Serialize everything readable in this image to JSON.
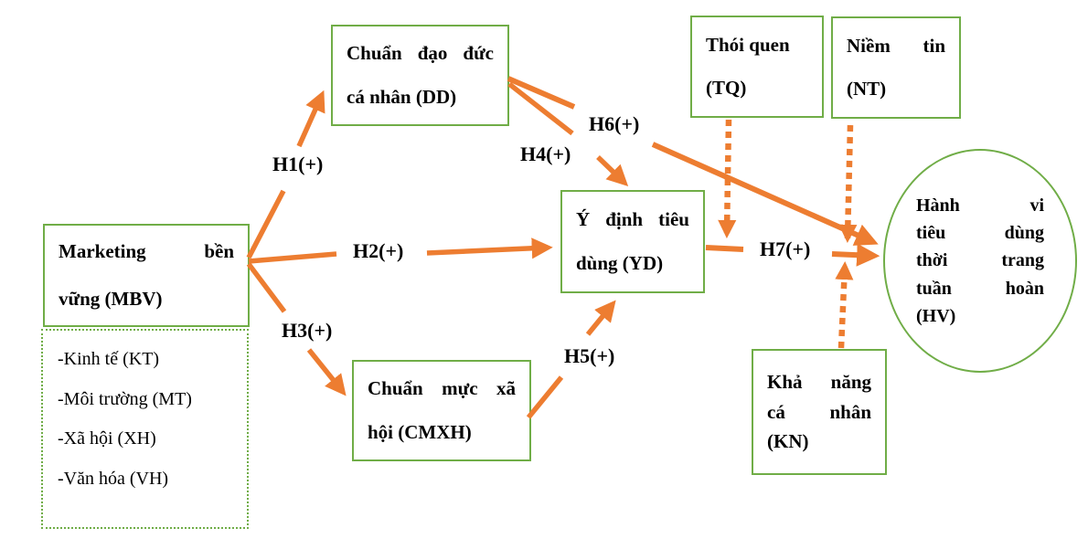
{
  "colors": {
    "node_border": "#70AD47",
    "arrow": "#ED7D31",
    "text": "#000000",
    "background": "#FFFFFF"
  },
  "nodes": {
    "mbv": {
      "lines": [
        "Marketing bền",
        "vững (MBV)"
      ]
    },
    "mbv_dimensions": {
      "items": [
        "-Kinh tế (KT)",
        "-Môi trường (MT)",
        "-Xã hội (XH)",
        "-Văn hóa (VH)"
      ]
    },
    "dd": {
      "lines": [
        "Chuẩn đạo đức",
        "cá nhân (DD)"
      ]
    },
    "cmxh": {
      "lines": [
        "Chuẩn mực xã",
        "hội (CMXH)"
      ]
    },
    "yd": {
      "lines": [
        "Ý định tiêu",
        "dùng (YD)"
      ]
    },
    "tq": {
      "lines": [
        "Thói quen",
        "(TQ)"
      ]
    },
    "nt": {
      "lines": [
        "Niềm tin",
        "(NT)"
      ]
    },
    "kn": {
      "lines": [
        "Khả năng",
        "cá nhân",
        "(KN)"
      ]
    },
    "hv": {
      "lines": [
        "Hành vi",
        "tiêu dùng",
        "thời trang",
        "tuần hoàn",
        "(HV)"
      ]
    }
  },
  "hypotheses": {
    "h1": "H1(+)",
    "h2": "H2(+)",
    "h3": "H3(+)",
    "h4": "H4(+)",
    "h5": "H5(+)",
    "h6": "H6(+)",
    "h7": "H7(+)"
  }
}
